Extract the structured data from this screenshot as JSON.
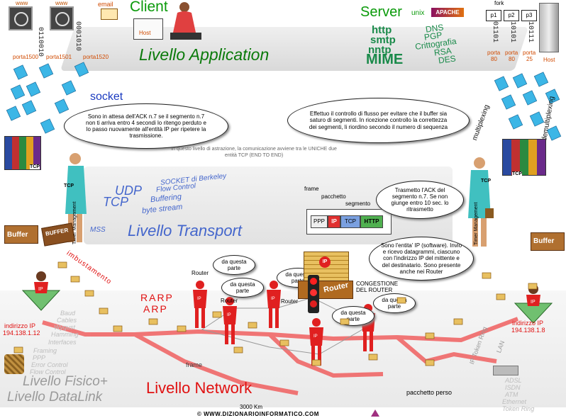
{
  "top": {
    "www_left1": "www",
    "www_left2": "www",
    "email": "email",
    "client": "Client",
    "host_left": "Host",
    "server": "Server",
    "unix": "unix",
    "apache": "APACHE",
    "fork": "fork",
    "p1": "p1",
    "p2": "p2",
    "p3": "p3",
    "host_right": "Host",
    "bits_left1": "011010",
    "bits_left2": "0110010",
    "bits_left3": "0001010",
    "bits_right1": "01101",
    "bits_right2": "10101",
    "bits_right3": "10111"
  },
  "application": {
    "title": "Livello Application",
    "protocols": [
      "http",
      "smtp",
      "nntp",
      "MIME"
    ],
    "services": [
      "DNS",
      "PGP",
      "Crittografia",
      "RSA",
      "DES"
    ],
    "ports_left": [
      "porta1500",
      "porta1501",
      "porta1520"
    ],
    "ports_right_label": [
      "porta",
      "porta",
      "porta"
    ],
    "ports_right_num": [
      "80",
      "80",
      "25"
    ]
  },
  "transport": {
    "socket": "socket",
    "bubble_left": "Sono in attesa dell'ACK n.7 se il segmento n.7 non ti arriva entro 4 secondi lo ritengo perduto e lo passo nuovamente all'entità IP per ripetere la trasmissione.",
    "bubble_right": "Effettuo il controllo di flusso per evitare che il buffer sia saturo di segmenti. In ricezione controllo la correttezza dei segmenti, li riordino secondo il numero di sequenza",
    "abstraction_note": "In questo livello di astrazione, la comunicazione avviene tra le UNICHE due entità TCP (END TO END)",
    "multiplexing": "multiplexing",
    "demultiplexing": "demultiplexing",
    "tcp_left": "TCP",
    "tcp_right": "TCP",
    "tcp_left2": "TCP",
    "tcp_right2": "TCP",
    "timer_left": "Timer Management",
    "timer_right": "Timer Management",
    "protocols_big": [
      "UDP",
      "TCP"
    ],
    "features": [
      "SOCKET di Berkeley",
      "Flow Control",
      "Buffering",
      "byte stream"
    ],
    "mss": "MSS",
    "title": "Livello Transport",
    "frame_label": "frame",
    "packet_label": "pacchetto",
    "segment_label": "segmento",
    "frame_cells": [
      "PPP",
      "IP",
      "TCP",
      "HTTP"
    ],
    "trasmetto": "Trasmetto l'ACK del segmento n.7. Se non giunge entro 10 sec. lo ritrasmetto",
    "buffer_left": "Buffer",
    "buffer_left2": "BUFFER",
    "buffer_right": "Buffer"
  },
  "network": {
    "imbustamento": "imbustamento",
    "ip_entity_bubble": "Sono l'entita' IP (software). Invio e ricevo datagrammi, ciascuno con l'indirizzo IP del mittente e del destinatario. Sono presente anche nei Router",
    "rarp": "RARP",
    "arp": "ARP",
    "router_labels": [
      "Router",
      "Router",
      "Router"
    ],
    "da_questa_parte": "da questa parte",
    "congestione": "CONGESTIONE DEL ROUTER",
    "router_box": "Router",
    "ip_badge": "IP",
    "addr_left_label": "indirizzo IP",
    "addr_left": "194.138.1.12",
    "addr_right_label": "indirizzo IP",
    "addr_right": "194.138.1.8",
    "title": "Livello Network",
    "frame_bottom": "frame",
    "pacchetto_perso": "pacchetto perso",
    "distance": "3000 Km",
    "lan": "LAN",
    "ip_tokenring": "IP Token Ring"
  },
  "physical": {
    "title1": "Livello Fisico+",
    "title2": "Livello DataLink",
    "left_terms": [
      "Baud",
      "Cables",
      "Wygust",
      "Hamming",
      "Interfaces"
    ],
    "left_terms2": [
      "Framing",
      "PPP",
      "Error Control",
      "Flow Control"
    ],
    "right_terms": [
      "ADSL",
      "ISDN",
      "ATM",
      "Ethernet",
      "Token Ring"
    ]
  },
  "footer": {
    "copyright": "© WWW.DIZIONARIOINFORMATICO.COM"
  },
  "colors": {
    "green_title": "#0a8a0a",
    "blue_proto": "#3050c0",
    "red_network": "#e01010",
    "orange_ports": "#d04a00",
    "cyan_docs": "#3cb6e6"
  }
}
